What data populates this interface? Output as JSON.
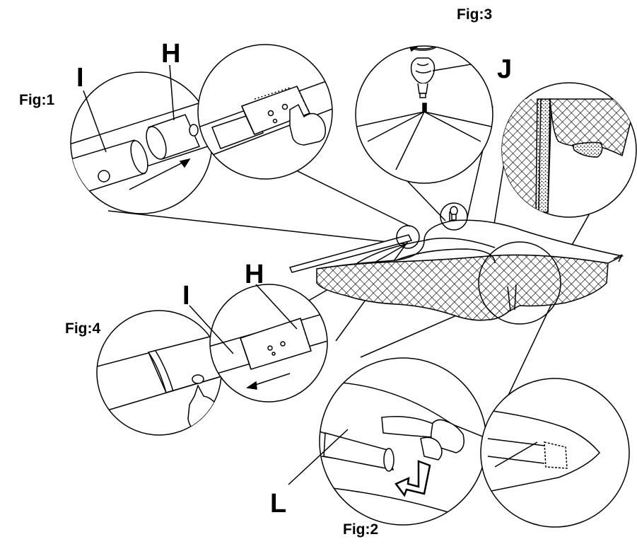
{
  "figures": {
    "fig1": "Fig:1",
    "fig2": "Fig:2",
    "fig3": "Fig:3",
    "fig4": "Fig:4"
  },
  "part_labels": {
    "fig1_i": "I",
    "fig1_h": "H",
    "fig3_j": "J",
    "fig4_i": "I",
    "fig4_h": "H",
    "fig2_l": "L"
  },
  "colors": {
    "ink": "#000000",
    "paper": "#ffffff"
  },
  "icons": [
    "pointing-hand-icon",
    "rotate-arrow-icon",
    "bent-arrow-icon",
    "straight-arrow-icon"
  ]
}
